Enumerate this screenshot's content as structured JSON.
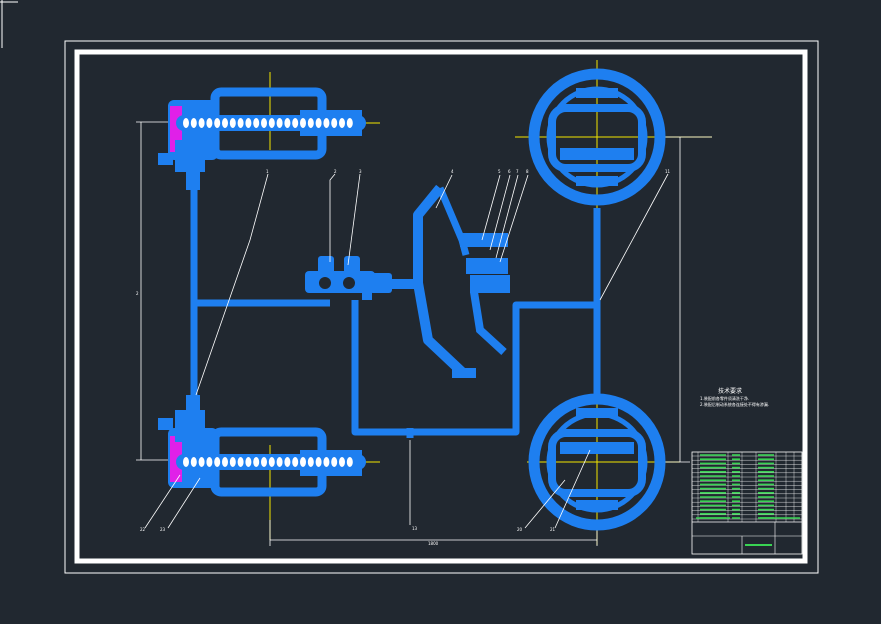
{
  "colors": {
    "background": "#212830",
    "sheet_border": "#ffffff",
    "linework": "#1e7ff0",
    "centerline": "#f2e600",
    "dimension": "#ffffff",
    "highlight": "#e020e8",
    "table_text": "#39d353"
  },
  "drawing": {
    "balloon_numbers": [
      "1",
      "2",
      "3",
      "4",
      "5",
      "6",
      "7",
      "8",
      "11",
      "13",
      "20",
      "21",
      "22",
      "23"
    ],
    "notes_title": "技术要求",
    "notes": [
      "1.装配前各零件须清洗干净.",
      "2.装配后制动系统各连接处不得有渗漏."
    ],
    "dimension_bottom": "1800",
    "dimension_left": "2"
  }
}
